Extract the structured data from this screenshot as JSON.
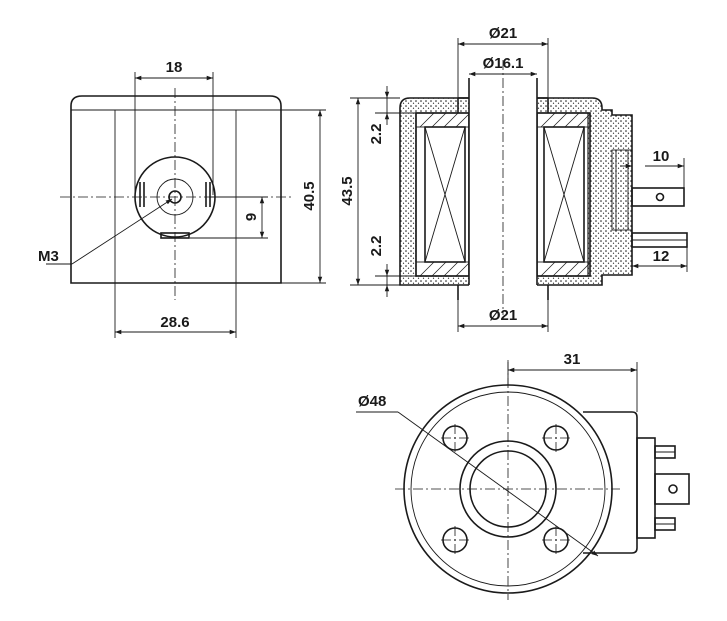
{
  "front_view": {
    "dim_width_top": "18",
    "dim_height": "40.5",
    "dim_offset": "9",
    "dim_width_bottom": "28.6",
    "thread_label": "M3"
  },
  "section_view": {
    "dim_outer_top": "Ø21",
    "dim_inner": "Ø16.1",
    "dim_wall_top": "2.2",
    "dim_total_height": "43.5",
    "dim_wall_bottom": "2.2",
    "dim_outer_bottom": "Ø21",
    "dim_terminal_top": "10",
    "dim_terminal_bottom": "12"
  },
  "bottom_view": {
    "dim_diameter": "Ø48",
    "dim_length": "31"
  },
  "colors": {
    "ink": "#1a1a1a",
    "background": "#ffffff"
  }
}
